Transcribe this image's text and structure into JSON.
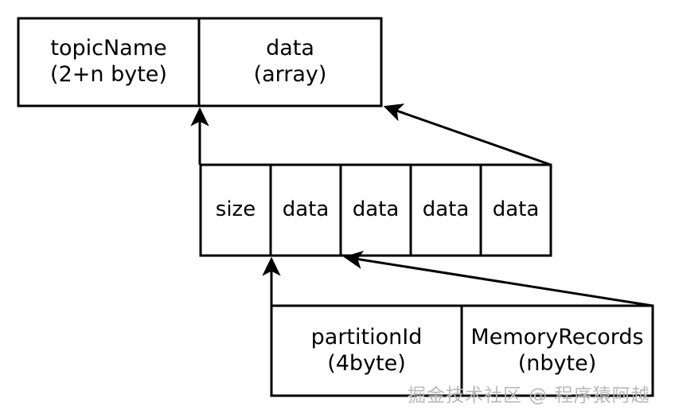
{
  "diagram": {
    "type": "nested-structure-layout",
    "rows": [
      {
        "name": "topic-row",
        "cells": [
          {
            "line1": "topicName",
            "line2": "(2+n byte)"
          },
          {
            "line1": "data",
            "line2": "(array)"
          }
        ]
      },
      {
        "name": "array-row",
        "cells": [
          {
            "line1": "size",
            "line2": ""
          },
          {
            "line1": "data",
            "line2": ""
          },
          {
            "line1": "data",
            "line2": ""
          },
          {
            "line1": "data",
            "line2": ""
          },
          {
            "line1": "data",
            "line2": ""
          }
        ]
      },
      {
        "name": "partition-row",
        "cells": [
          {
            "line1": "partitionId",
            "line2": "(4byte)"
          },
          {
            "line1": "MemoryRecords",
            "line2": "(nbyte)"
          }
        ]
      }
    ]
  },
  "watermark": {
    "text": "掘金技术社区 @ 程序猿阿越",
    "color": "#b9b9b9"
  },
  "colors": {
    "stroke": "#000000",
    "fill": "#ffffff",
    "background": "#ffffff"
  }
}
